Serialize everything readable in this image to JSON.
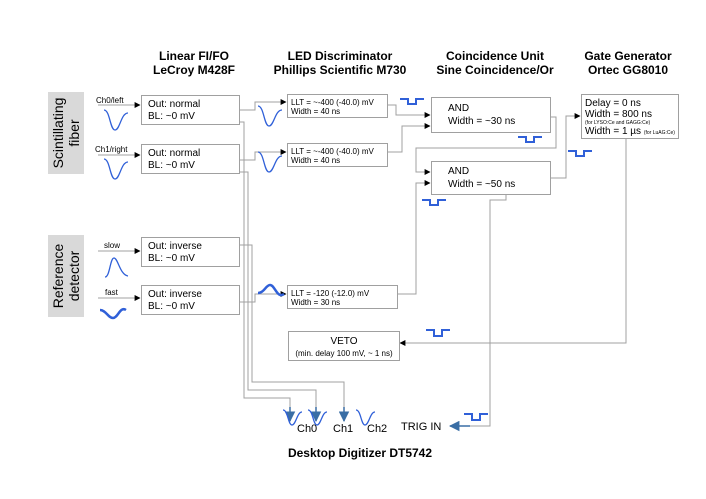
{
  "headers": {
    "fifo_l1": "Linear FI/FO",
    "fifo_l2": "LeCroy M428F",
    "disc_l1": "LED Discriminator",
    "disc_l2": "Phillips Scientific M730",
    "coinc_l1": "Coincidence Unit",
    "coinc_l2": "Sine Coincidence/Or",
    "gate_l1": "Gate Generator",
    "gate_l2": "Ortec GG8010"
  },
  "side_labels": {
    "fiber_l1": "Scintillating",
    "fiber_l2": "fiber",
    "ref_l1": "Reference",
    "ref_l2": "detector"
  },
  "inputs": {
    "ch0": "Ch0/left",
    "ch1": "Ch1/right",
    "slow": "slow",
    "fast": "fast"
  },
  "fifo": [
    {
      "l1": "Out: normal",
      "l2": "BL: ~0 mV"
    },
    {
      "l1": "Out: normal",
      "l2": "BL: ~0 mV"
    },
    {
      "l1": "Out: inverse",
      "l2": "BL: ~0 mV"
    },
    {
      "l1": "Out: inverse",
      "l2": "BL: ~0 mV"
    }
  ],
  "disc": [
    {
      "l1": "LLT = ~-400 (-40.0) mV",
      "l2": "Width = 40 ns"
    },
    {
      "l1": "LLT = ~-400 (-40.0) mV",
      "l2": "Width = 40 ns"
    },
    {
      "l1": "LLT = -120 (-12.0) mV",
      "l2": "Width = 30 ns"
    }
  ],
  "coinc": [
    {
      "l1": "AND",
      "l2": "Width = ~30 ns"
    },
    {
      "l1": "AND",
      "l2": "Width = ~50 ns"
    }
  ],
  "gate": {
    "l1": "Delay = 0 ns",
    "l2": "Width = 800 ns",
    "l2_note": "(for LYSO:Ce and GAGG:Ce)",
    "l3": "Width = 1 µs",
    "l3_note": "(for LuAG:Ce)"
  },
  "veto": {
    "l1": "VETO",
    "l2": "(min. delay 100 mV, ~ 1 ns)"
  },
  "digitizer": {
    "ch0": "Ch0",
    "ch1": "Ch1",
    "ch2": "Ch2",
    "trig": "TRIG IN",
    "title": "Desktop Digitizer DT5742"
  },
  "colors": {
    "pulse": "#3060d8",
    "line": "#a0a0a0",
    "arrow": "#000000",
    "sidebar": "#d9d9d9",
    "digitizer_arrow": "#3a6ea5"
  }
}
